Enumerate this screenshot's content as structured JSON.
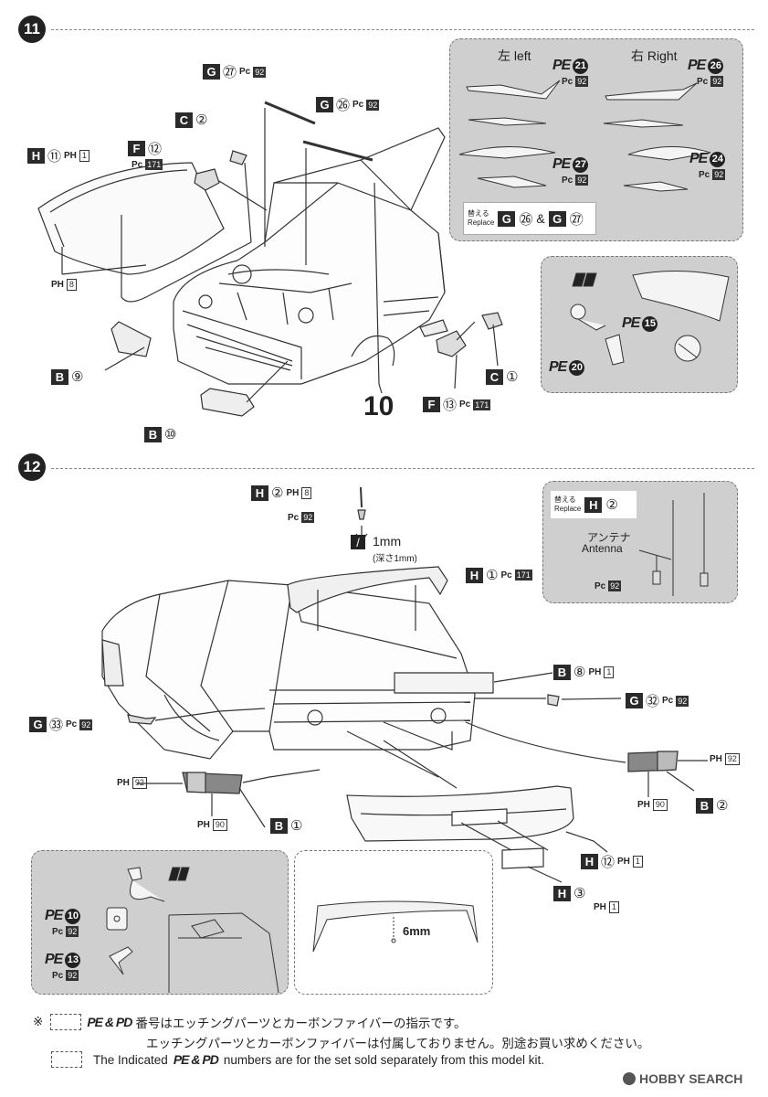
{
  "steps": {
    "s11": "11",
    "s12": "12",
    "big10": "10"
  },
  "step11": {
    "g27": {
      "letter": "G",
      "num": "㉗",
      "pc": "Pc",
      "paint": "92"
    },
    "g26": {
      "letter": "G",
      "num": "㉖",
      "pc": "Pc",
      "paint": "92"
    },
    "c2": {
      "letter": "C",
      "num": "②"
    },
    "f12": {
      "letter": "F",
      "num": "⑫",
      "pc": "Pc",
      "paint": "171"
    },
    "h11": {
      "letter": "H",
      "num": "⑪",
      "pc": "PH",
      "paint": "1"
    },
    "ph8": {
      "pc": "PH",
      "paint": "8"
    },
    "b9": {
      "letter": "B",
      "num": "⑨"
    },
    "b10": {
      "letter": "B",
      "num": "⑩"
    },
    "c1": {
      "letter": "C",
      "num": "①"
    },
    "f13": {
      "letter": "F",
      "num": "⑬",
      "pc": "Pc",
      "paint": "171"
    },
    "wiper_panel": {
      "left_label": "左 left",
      "right_label": "右 Right",
      "pe21": {
        "pe": "PE",
        "num": "21",
        "pc": "Pc",
        "paint": "92"
      },
      "pe26": {
        "pe": "PE",
        "num": "26",
        "pc": "Pc",
        "paint": "92"
      },
      "pe27": {
        "pe": "PE",
        "num": "27",
        "pc": "Pc",
        "paint": "92"
      },
      "pe24": {
        "pe": "PE",
        "num": "24",
        "pc": "Pc",
        "paint": "92"
      },
      "replace_jp": "替える",
      "replace_en": "Replace",
      "amp": "&",
      "rg26": {
        "letter": "G",
        "num": "㉖"
      },
      "rg27": {
        "letter": "G",
        "num": "㉗"
      }
    },
    "hinge_panel": {
      "pe15": {
        "pe": "PE",
        "num": "15"
      },
      "pe20": {
        "pe": "PE",
        "num": "20"
      }
    }
  },
  "step12": {
    "h2": {
      "letter": "H",
      "num": "②",
      "pc": "PH",
      "paint": "8"
    },
    "pc92a": {
      "pc": "Pc",
      "paint": "92"
    },
    "drill": {
      "size": "1mm",
      "depth": "(深さ1mm)"
    },
    "h1": {
      "letter": "H",
      "num": "①",
      "pc": "Pc",
      "paint": "171"
    },
    "b8": {
      "letter": "B",
      "num": "⑧",
      "pc": "PH",
      "paint": "1"
    },
    "g32": {
      "letter": "G",
      "num": "㉜",
      "pc": "Pc",
      "paint": "92"
    },
    "g33": {
      "letter": "G",
      "num": "㉝",
      "pc": "Pc",
      "paint": "92"
    },
    "ph92l": {
      "pc": "PH",
      "paint": "92"
    },
    "ph90l": {
      "pc": "PH",
      "paint": "90"
    },
    "b1": {
      "letter": "B",
      "num": "①"
    },
    "ph92r": {
      "pc": "PH",
      "paint": "92"
    },
    "ph90r": {
      "pc": "PH",
      "paint": "90"
    },
    "b2": {
      "letter": "B",
      "num": "②"
    },
    "h12": {
      "letter": "H",
      "num": "⑫",
      "pc": "PH",
      "paint": "1"
    },
    "h3": {
      "letter": "H",
      "num": "③",
      "pc": "PH",
      "paint": "1"
    },
    "antenna_panel": {
      "replace_jp": "替える",
      "replace_en": "Replace",
      "rh2": {
        "letter": "H",
        "num": "②"
      },
      "antenna_jp": "アンテナ",
      "antenna_en": "Antenna",
      "pc": "Pc",
      "paint": "92"
    },
    "plate_panel": {
      "pe10": {
        "pe": "PE",
        "num": "10",
        "pc": "Pc",
        "paint": "92"
      },
      "pe13": {
        "pe": "PE",
        "num": "13",
        "pc": "Pc",
        "paint": "92"
      }
    },
    "wing_panel": {
      "dim": "6mm"
    }
  },
  "notes": {
    "mark": "※",
    "line1_code": "PE & PD",
    "line1": "番号はエッチングパーツとカーボンファイバーの指示です。",
    "line2": "エッチングパーツとカーボンファイバーは付属しておりません。別途お買い求めください。",
    "line3_pre": "The Indicated",
    "line3_code": "PE & PD",
    "line3_post": "numbers are for the set sold separately from this model kit."
  },
  "watermark": "HOBBY SEARCH"
}
